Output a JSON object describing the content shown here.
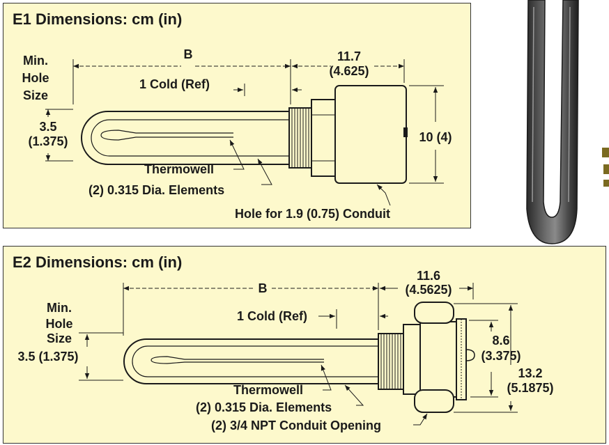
{
  "e1": {
    "title": "E1 Dimensions: cm (in)",
    "labels": {
      "min_hole_1": "Min.",
      "min_hole_2": "Hole",
      "min_hole_3": "Size",
      "b": "B",
      "cold": "1 Cold (Ref)",
      "housing_length": "11.7",
      "housing_length_in": "(4.625)",
      "hole_dia": "3.5",
      "hole_dia_in": "(1.375)",
      "housing_height": "10 (4)",
      "thermowell": "Thermowell",
      "elements": "(2) 0.315  Dia. Elements",
      "conduit": "Hole for 1.9 (0.75) Conduit"
    }
  },
  "e2": {
    "title": "E2 Dimensions: cm (in)",
    "labels": {
      "min_hole_1": "Min.",
      "min_hole_2": "Hole",
      "min_hole_3": "Size",
      "b": "B",
      "cold": "1 Cold (Ref)",
      "housing_length": "11.6",
      "housing_length_in": "(4.5625)",
      "hole_dia": "3.5 (1.375)",
      "dim_a": "8.6",
      "dim_a_in": "(3.375)",
      "dim_b": "13.2",
      "dim_b_in": "(5.1875)",
      "thermowell": "Thermowell",
      "elements": "(2) 0.315 Dia. Elements",
      "conduit": "(2) 3/4 NPT Conduit Opening"
    }
  },
  "colors": {
    "panel_bg": "#fdf9cc",
    "ink": "#1a1a1a",
    "metal": "#4a4a4a"
  },
  "icons": {
    "photo": "heating-element-photo",
    "edge": "cropped-text-glyph"
  }
}
